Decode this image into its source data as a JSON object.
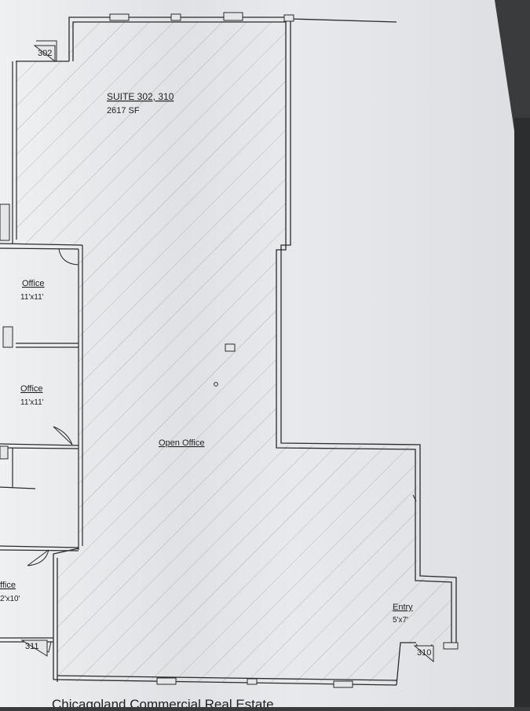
{
  "plan": {
    "suite_title": "SUITE 302, 310",
    "suite_area": "2617 SF",
    "rooms": [
      {
        "name": "Office",
        "size": "11'x11'"
      },
      {
        "name": "Office",
        "size": "11'x11'"
      },
      {
        "name": "ffice",
        "size": "2'x10'"
      },
      {
        "name": "Open Office"
      },
      {
        "name": "Entry",
        "size": "5'x7'"
      }
    ],
    "door_tags": [
      "302",
      "311",
      "310"
    ],
    "footer_text": "Chicagoland Commercial Real Estate"
  },
  "colors": {
    "paper": "#e9eaec",
    "line": "#2a2a2a",
    "hatch": "#8a8c90",
    "background": "#3a3b3d"
  }
}
